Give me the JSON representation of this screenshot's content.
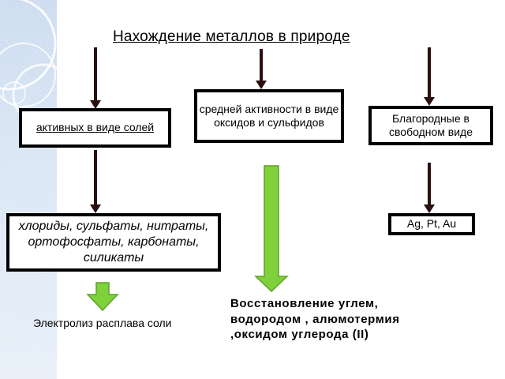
{
  "title": "Нахождение металлов  в природе",
  "boxes": {
    "active": "активных в виде солей",
    "middle": "средней активности в виде оксидов и сульфидов",
    "noble": "Благородные в свободном виде",
    "salts": "хлориды, сульфаты, нитраты, ортофосфаты, карбонаты, силикаты",
    "metals": "Ag, Pt, Au"
  },
  "notes": {
    "electrolysis": "Электролиз расплава соли",
    "reduction": "Восстановление углем, водородом , алюмотермия ,оксидом углерода (II)"
  },
  "colors": {
    "arrow_dark": "#2a0f0f",
    "arrow_green": "#7fd13b",
    "arrow_green_border": "#5ea12a",
    "decor": "#c9d9ee"
  }
}
